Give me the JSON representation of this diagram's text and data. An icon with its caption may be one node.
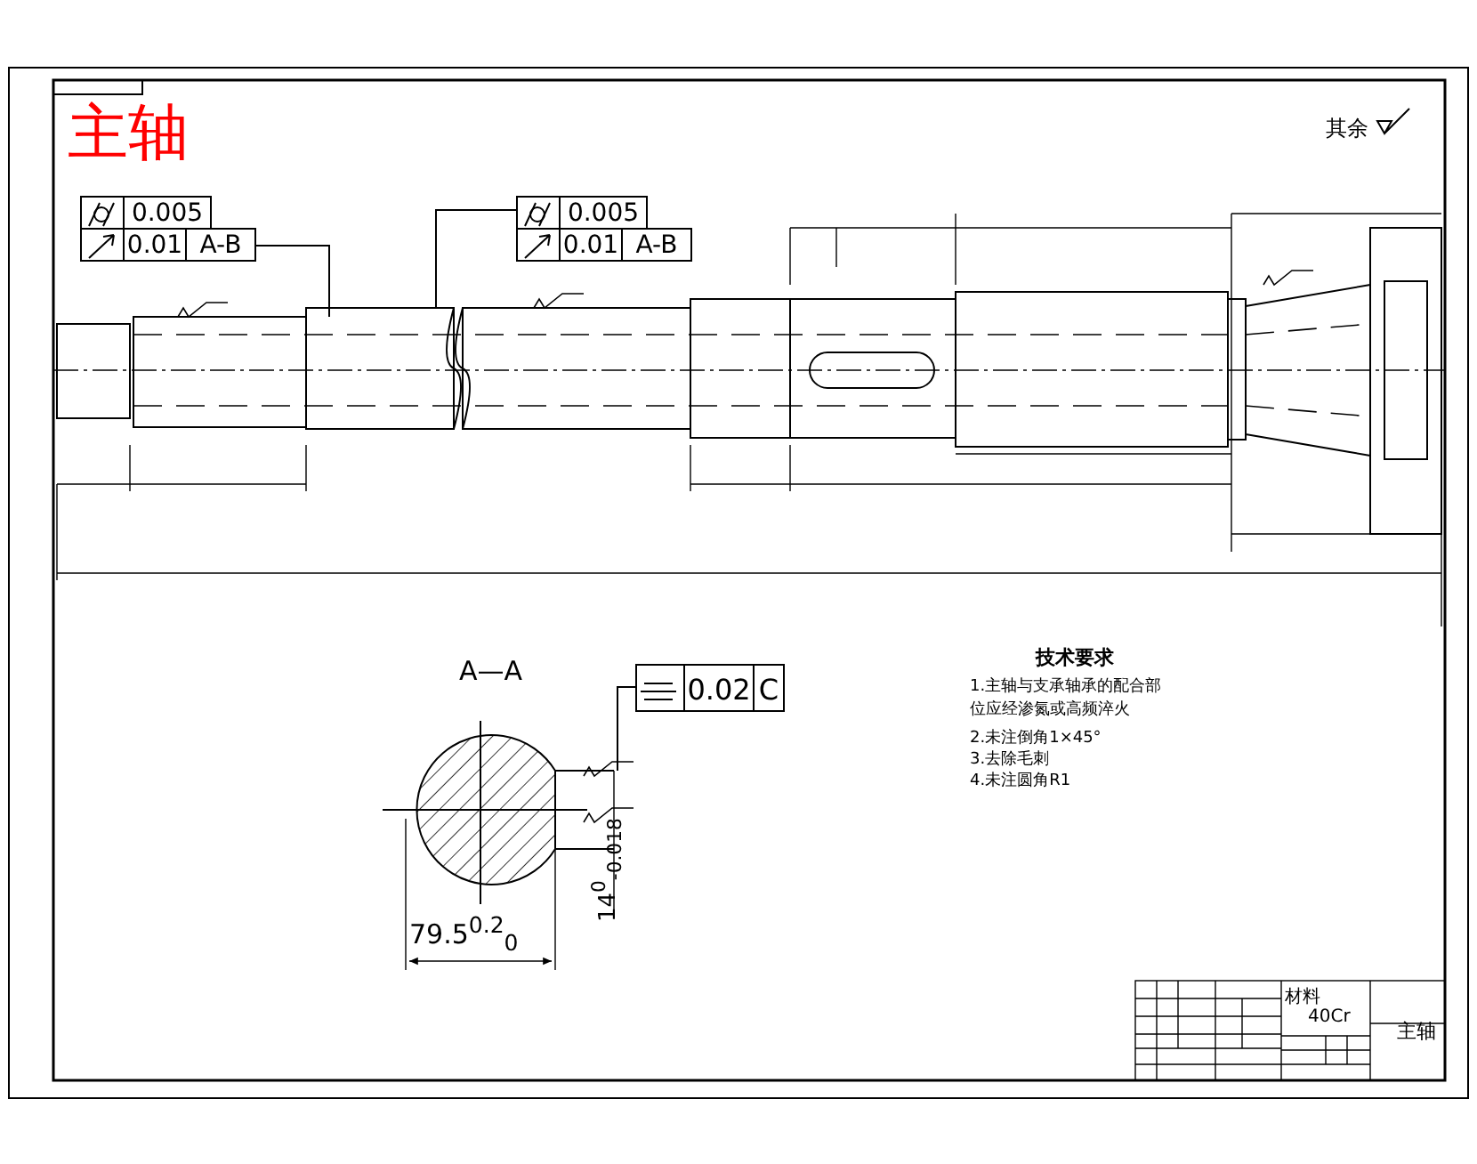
{
  "diagram": {
    "title": "主轴",
    "nodes": [
      {
        "text": [
          "0.005",
          "0.01",
          "A-B"
        ]
      },
      {
        "text": [
          "0.005",
          "0.01",
          "A-B"
        ]
      },
      {
        "text": [
          "0.02",
          "C"
        ]
      }
    ],
    "edges": [
      {
        "from": 0,
        "to": null,
        "arrow": "none"
      },
      {
        "from": 1,
        "to": null,
        "arrow": "none"
      },
      {
        "from": 2,
        "to": null,
        "arrow": "none"
      }
    ],
    "labels": [
      "其余",
      "A—A",
      "14$^{0}$$_{-0.018}$",
      "79.5$^{0.2}$$_{0}$",
      "技术要求",
      "1.主轴与支承轴承的配合部位应经渗氮或高频淬火",
      "2.未注倒角1×45°",
      "3.去除毛刺",
      "4.未注圆角R1",
      "材料",
      "40Cr",
      "主轴"
    ]
  }
}
